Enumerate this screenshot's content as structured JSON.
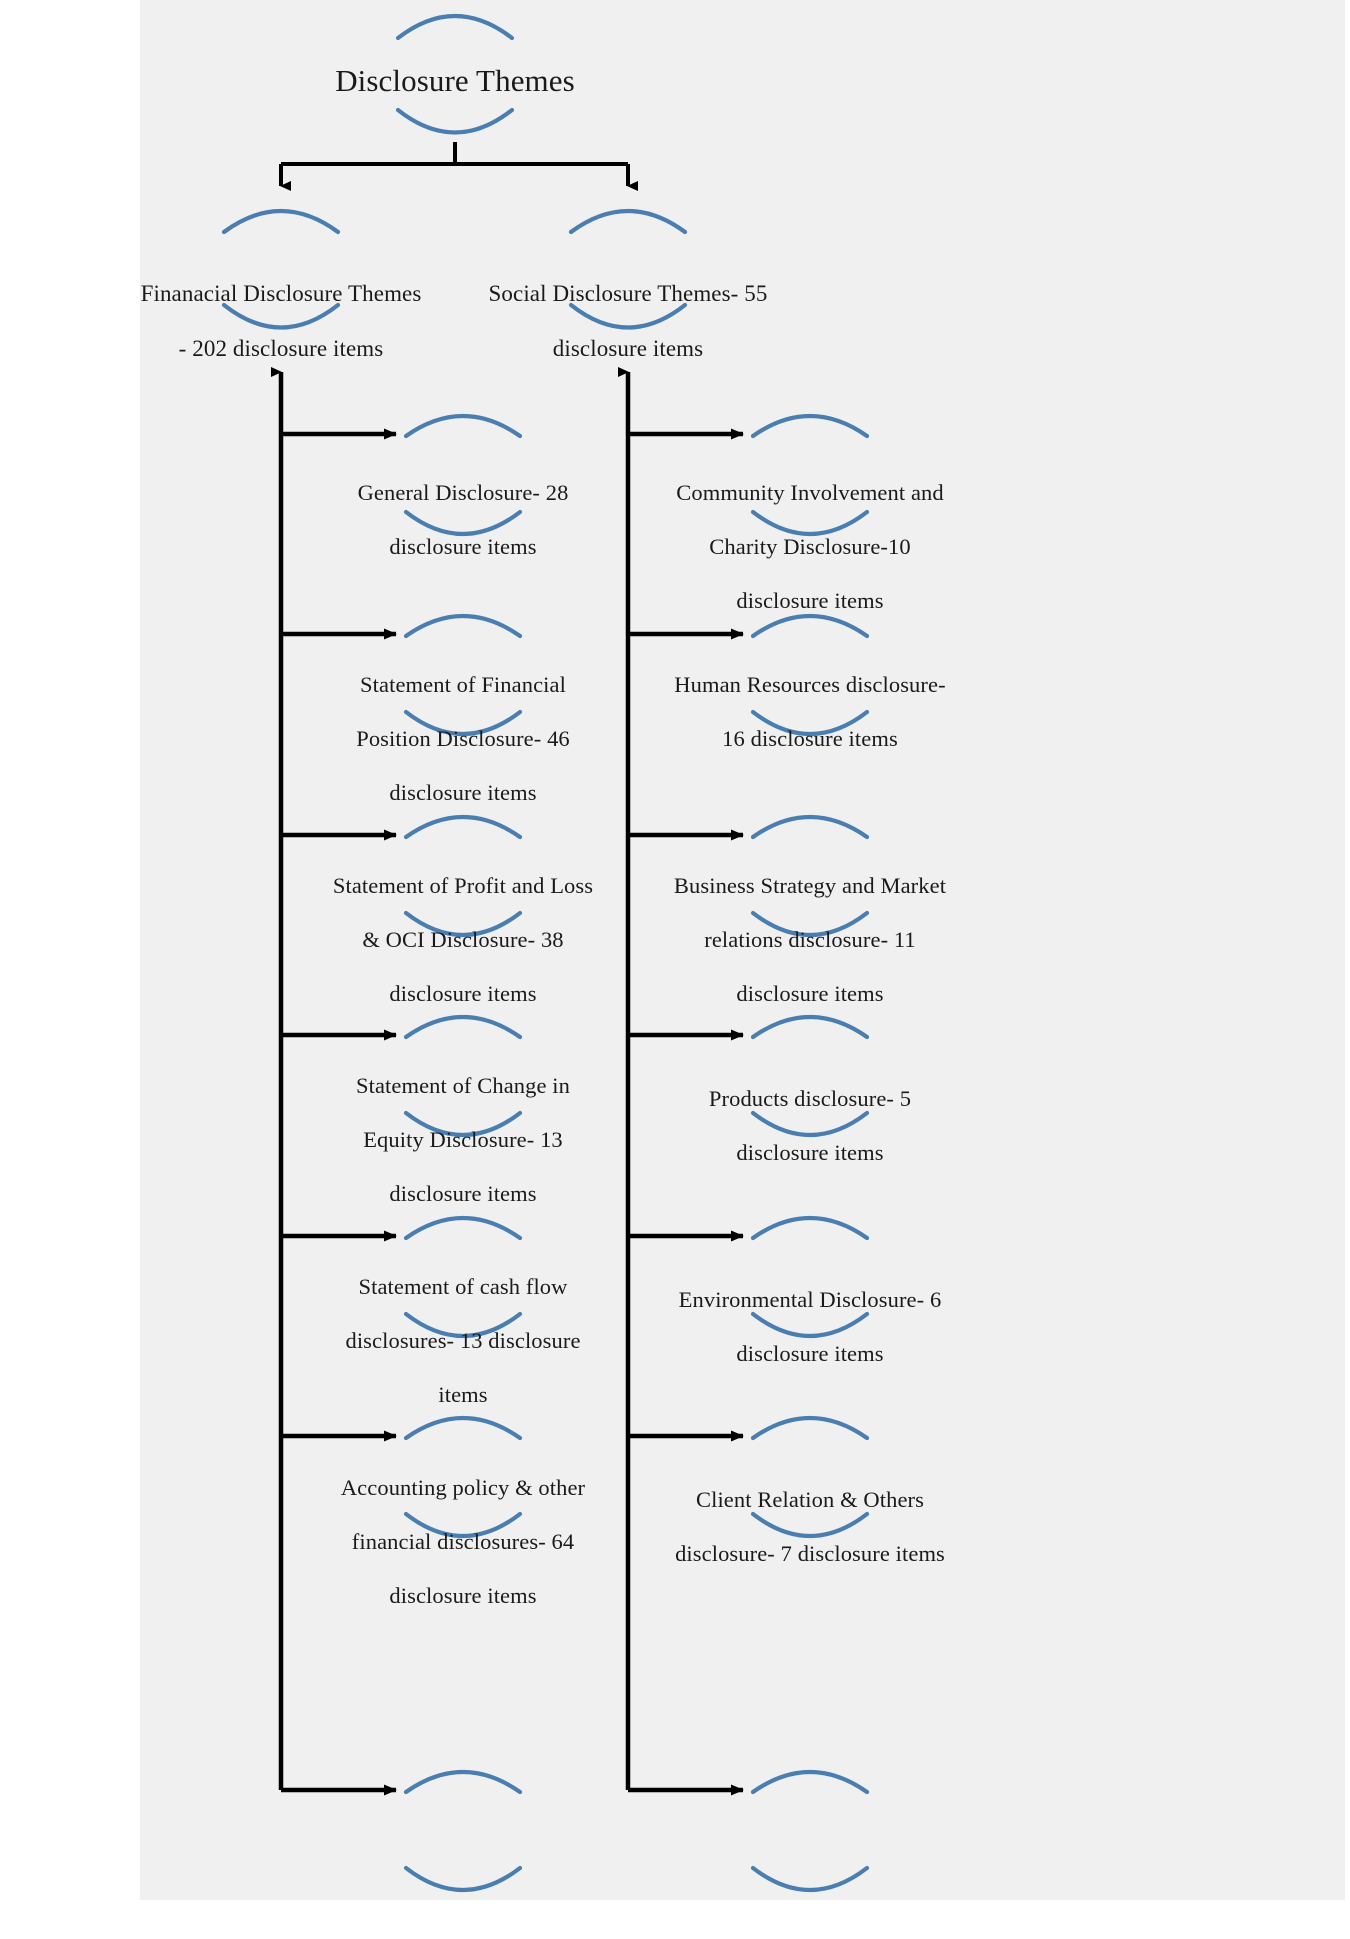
{
  "diagram": {
    "title": "Disclosure Themes",
    "type": "hierarchy-tree",
    "background_color": "#f0f0f0",
    "page_background_color": "#ffffff",
    "node_arc_color": "#4a7eb0",
    "connector_color": "#000000",
    "text_color": "#1a1a1a"
  },
  "root": {
    "label": "Disclosure Themes",
    "shape": "open-lens-arcs"
  },
  "branches": [
    {
      "id": "financial",
      "label": "Finanacial Disclosure Themes - 202 disclosure items",
      "line1": "Finanacial Disclosure Themes",
      "line2": "- 202 disclosure items",
      "count": 202,
      "children": [
        {
          "id": "general-disclosure",
          "label": "General Disclosure- 28 disclosure items",
          "line1": "General Disclosure- 28",
          "line2": "disclosure items",
          "line3": "",
          "count": 28
        },
        {
          "id": "statement-financial-position",
          "label": "Statement of Financial Position Disclosure- 46 disclosure items",
          "line1": "Statement of Financial",
          "line2": "Position Disclosure- 46",
          "line3": "disclosure items",
          "count": 46
        },
        {
          "id": "statement-profit-loss-oci",
          "label": "Statement of Profit and Loss & OCI Disclosure- 38 disclosure items",
          "line1": "Statement of Profit and Loss",
          "line2": "& OCI Disclosure- 38",
          "line3": "disclosure items",
          "count": 38
        },
        {
          "id": "statement-change-equity",
          "label": "Statement of Change in Equity Disclosure- 13 disclosure items",
          "line1": "Statement of Change in",
          "line2": "Equity Disclosure- 13",
          "line3": "disclosure items",
          "count": 13
        },
        {
          "id": "statement-cash-flow",
          "label": "Statement of cash flow disclosures- 13 disclosure items",
          "line1": "Statement of cash flow",
          "line2": "disclosures- 13 disclosure",
          "line3": "items",
          "count": 13
        },
        {
          "id": "accounting-policy-other",
          "label": "Accounting policy & other financial disclosures- 64 disclosure items",
          "line1": "Accounting policy & other",
          "line2": "financial disclosures- 64",
          "line3": "disclosure items",
          "count": 64
        }
      ]
    },
    {
      "id": "social",
      "label": "Social Disclosure Themes- 55 disclosure items",
      "line1": "Social Disclosure Themes- 55",
      "line2": "disclosure items",
      "count": 55,
      "children": [
        {
          "id": "community-involvement-charity",
          "label": "Community Involvement and Charity Disclosure-10 disclosure items",
          "line1": "Community Involvement and",
          "line2": "Charity Disclosure-10",
          "line3": "disclosure items",
          "count": 10
        },
        {
          "id": "human-resources",
          "label": "Human Resources disclosure- 16 disclosure items",
          "line1": "Human Resources disclosure-",
          "line2": "16 disclosure items",
          "line3": "",
          "count": 16
        },
        {
          "id": "business-strategy-market-relations",
          "label": "Business Strategy and Market relations disclosure- 11 disclosure items",
          "line1": "Business Strategy and Market",
          "line2": "relations disclosure- 11",
          "line3": "disclosure items",
          "count": 11
        },
        {
          "id": "products",
          "label": "Products disclosure- 5 disclosure items",
          "line1": "Products disclosure- 5",
          "line2": "disclosure items",
          "line3": "",
          "count": 5
        },
        {
          "id": "environmental",
          "label": "Environmental Disclosure- 6 disclosure items",
          "line1": "Environmental Disclosure- 6",
          "line2": "disclosure items",
          "line3": "",
          "count": 6
        },
        {
          "id": "client-relation-others",
          "label": "Client Relation & Others disclosure- 7 disclosure items",
          "line1": "Client Relation & Others",
          "line2": "disclosure- 7 disclosure items",
          "line3": "",
          "count": 7
        }
      ]
    }
  ]
}
